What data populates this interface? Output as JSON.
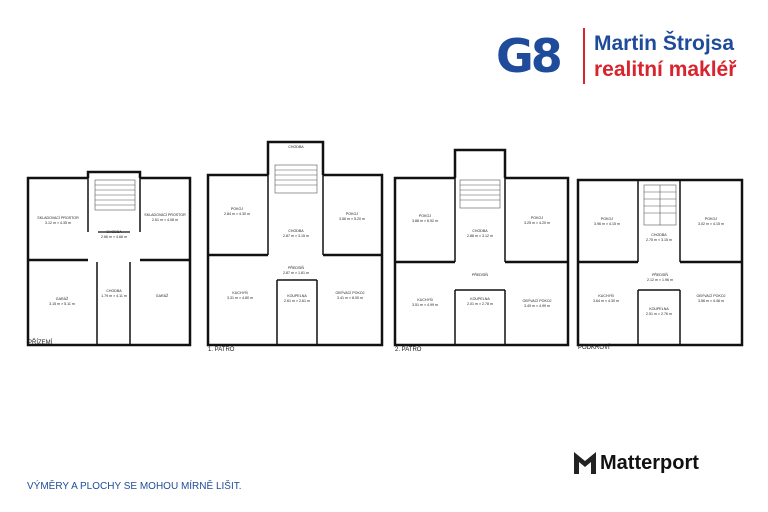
{
  "header": {
    "logo_text": "G8",
    "agent_name": "Martin Štrojsa",
    "agent_role": "realitní makléř"
  },
  "floors": [
    {
      "label": "PŘÍZEMÍ",
      "rooms": [
        {
          "name": "SKLADOVACÍ PROSTOR",
          "dims": "3.12 m × 4.35 m"
        },
        {
          "name": "CHODBA",
          "dims": "2.66 m × 4.66 m"
        },
        {
          "name": "SKLADOVACÍ PROSTOR",
          "dims": "2.61 m × 4.08 m"
        },
        {
          "name": "GARÁŽ",
          "dims": "3.15 m × 5.11 m"
        },
        {
          "name": "CHODBA",
          "dims": "1.79 m × 4.11 m"
        },
        {
          "name": "GARÁŽ",
          "dims": ""
        }
      ]
    },
    {
      "label": "1. PATRO",
      "rooms": [
        {
          "name": "POKOJ",
          "dims": "2.84 m × 4.30 m"
        },
        {
          "name": "CHODBA",
          "dims": ""
        },
        {
          "name": "CHODBA",
          "dims": "2.87 m × 3.15 m"
        },
        {
          "name": "POKOJ",
          "dims": "3.56 m × 5.20 m"
        },
        {
          "name": "PŘEDSÍŇ",
          "dims": "2.87 m × 1.61 m"
        },
        {
          "name": "KUCHYŇ",
          "dims": "3.31 m × 4.80 m"
        },
        {
          "name": "KOUPELNA",
          "dims": "2.61 m × 2.61 m"
        },
        {
          "name": "OBÝVACÍ POKOJ",
          "dims": "3.41 m × 8.00 m"
        }
      ]
    },
    {
      "label": "2. PATRO",
      "rooms": [
        {
          "name": "POKOJ",
          "dims": "3.88 m × 6.92 m"
        },
        {
          "name": "CHODBA",
          "dims": "2.88 m × 3.12 m"
        },
        {
          "name": "POKOJ",
          "dims": "3.25 m × 4.20 m"
        },
        {
          "name": "PŘEDSÍŇ",
          "dims": ""
        },
        {
          "name": "KUCHYŇ",
          "dims": "3.51 m × 4.99 m"
        },
        {
          "name": "KOUPELNA",
          "dims": "2.01 m × 2.78 m"
        },
        {
          "name": "OBÝVACÍ POKOJ",
          "dims": "3.49 m × 4.99 m"
        }
      ]
    },
    {
      "label": "PODKROVÍ",
      "rooms": [
        {
          "name": "POKOJ",
          "dims": "3.96 m × 4.15 m"
        },
        {
          "name": "CHODBA",
          "dims": "2.75 m × 3.15 m"
        },
        {
          "name": "POKOJ",
          "dims": "3.02 m × 4.15 m"
        },
        {
          "name": "PŘEDSÍŇ",
          "dims": "2.12 m × 1.96 m"
        },
        {
          "name": "KUCHYŇ",
          "dims": "3.64 m × 4.30 m"
        },
        {
          "name": "KOUPELNA",
          "dims": "2.51 m × 2.76 m"
        },
        {
          "name": "OBÝVACÍ POKOJ",
          "dims": "3.56 m × 4.46 m"
        }
      ]
    }
  ],
  "footer": {
    "disclaimer": "VÝMĚRY A PLOCHY SE MOHOU MÍRNĚ LIŠIT.",
    "brand": "Matterport"
  },
  "colors": {
    "brand_blue": "#1f4b9b",
    "brand_red": "#d9232d",
    "wall": "#111111"
  }
}
